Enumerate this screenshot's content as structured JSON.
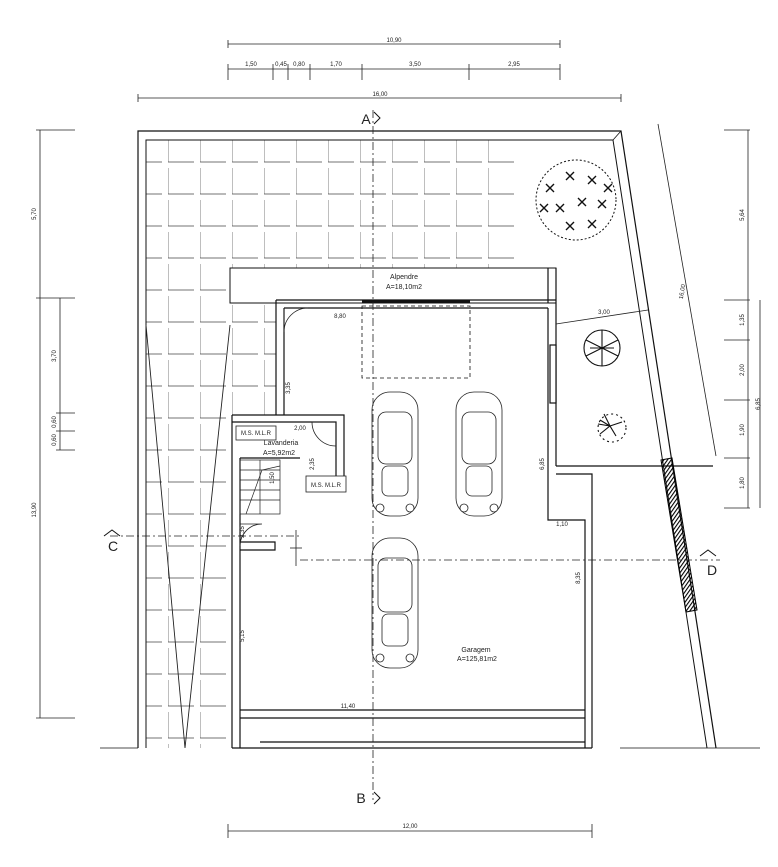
{
  "dimensions": {
    "top_total": "10,90",
    "top_segments": [
      "1,50",
      "0,45",
      "0,80",
      "1,70",
      "3,50",
      "2,95"
    ],
    "lot_width": "16,00",
    "bottom_width": "12,00",
    "left_segments": [
      "5,70",
      "3,70",
      "0,60",
      "0,60",
      "13,90"
    ],
    "right_segments": [
      "5,64",
      "1,35",
      "2,00",
      "1,90",
      "1,80"
    ],
    "right_total": "6,85",
    "diagonal": "16,00",
    "interior": [
      "8,80",
      "3,00",
      "3,35",
      "2,00",
      "2,35",
      "1,50",
      "2,35",
      "6,85",
      "1,10",
      "8,35",
      "5,15",
      "11,40"
    ]
  },
  "rooms": {
    "porch_name": "Alpendre",
    "porch_area": "A=18,10m2",
    "laundry_name": "Lavanderia",
    "laundry_area": "A=5,92m2",
    "laundry_fixture_1": "M.S. M.L.R",
    "laundry_fixture_2": "M.S. M.L.R",
    "garage_name": "Garagem",
    "garage_area": "A=125,81m2"
  },
  "sections": {
    "a": "A",
    "b": "B",
    "c": "C",
    "d": "D"
  }
}
